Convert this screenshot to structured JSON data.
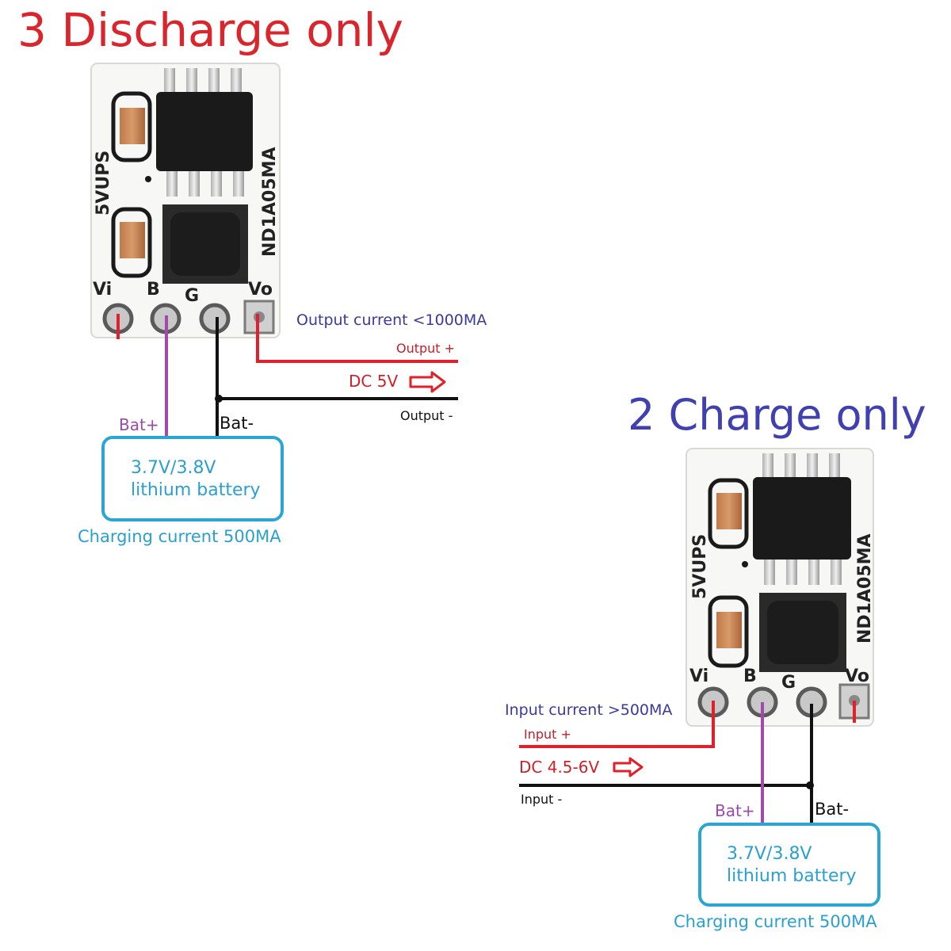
{
  "sections": [
    {
      "title": "3 Discharge only",
      "title_color": "#d9252b",
      "module": {
        "silk_left": "5VUPS",
        "silk_right": "ND1A05MA",
        "pins": [
          "Vi",
          "B",
          "G",
          "Vo"
        ]
      },
      "current_note": "Output current <1000MA",
      "plus_label": "Output +",
      "voltage_label": "DC 5V",
      "minus_label": "Output -",
      "bat_plus": "Bat+",
      "bat_minus": "Bat-",
      "battery": {
        "line1": "3.7V/3.8V",
        "line2": "lithium battery"
      },
      "charging_note": "Charging current 500MA"
    },
    {
      "title": "2 Charge only",
      "title_color": "#4040b0",
      "module": {
        "silk_left": "5VUPS",
        "silk_right": "ND1A05MA",
        "pins": [
          "Vi",
          "B",
          "G",
          "Vo"
        ]
      },
      "current_note": "Input current >500MA",
      "plus_label": "Input +",
      "voltage_label": "DC 4.5-6V",
      "minus_label": "Input -",
      "bat_plus": "Bat+",
      "bat_minus": "Bat-",
      "battery": {
        "line1": "3.7V/3.8V",
        "line2": "lithium battery"
      },
      "charging_note": "Charging current 500MA"
    }
  ],
  "colors": {
    "red_wire": "#e0202a",
    "black_wire": "#111111",
    "purple_wire": "#a24aa8",
    "battery_border": "#2aa6d6",
    "blue_note": "#3a3a9a",
    "charging_note": "#2aa0cf",
    "bat_plus_text": "#9a4aa8"
  }
}
